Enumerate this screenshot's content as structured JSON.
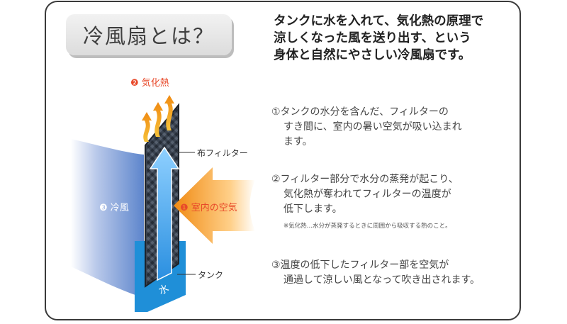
{
  "title": "冷風扇とは？",
  "headline": [
    "タンクに水を入れて、気化熱の原理で",
    "涼しくなった風を送り出す、という",
    "身体と自然にやさしい冷風扇です。"
  ],
  "labels": {
    "heat_num": "❷",
    "heat": "気化熱",
    "filter": "布フィルター",
    "indoor_num": "❶",
    "indoor_air": "室内の空気",
    "cool_num": "❸",
    "cool_air": "冷風",
    "tank": "タンク",
    "water": "水"
  },
  "steps": [
    {
      "lines": [
        "①タンクの水分を含んだ、フィルターの",
        "すき間に、室内の暑い空気が吸い込まれ",
        "ます。"
      ]
    },
    {
      "lines": [
        "②フィルター部分で水分の蒸発が起こり、",
        "気化熱が奪われてフィルターの温度が",
        "低下します。"
      ]
    },
    {
      "lines": [
        "③温度の低下したフィルター部を空気が",
        "通過して涼しい風となって吹き出されます。"
      ]
    }
  ],
  "note": "※気化熱…水分が蒸発するときに周囲から吸収する熱のこと。",
  "colors": {
    "heat_orange": "#e8492a",
    "arrow_orange": "#f39a1e",
    "cool_blue": "#6a8fd0",
    "tank_blue": "#1f8fd8",
    "filter_dark": "#2c3440"
  }
}
